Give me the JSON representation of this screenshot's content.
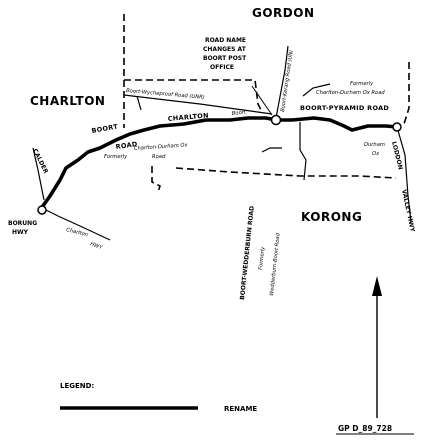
{
  "map": {
    "regions": {
      "gordon": "GORDON",
      "charlton": "CHARLTON",
      "korong": "KORONG"
    },
    "notes": {
      "name_change_line1": "ROAD NAME",
      "name_change_line2": "CHANGES AT",
      "name_change_line3": "BOORT POST",
      "name_change_line4": "OFFICE"
    },
    "roads": {
      "boort_wycheproof": "Boort-Wycheproof Road (UNR)",
      "boort_kerang": "Boort-Kerang Road (UN)",
      "formerly_1": "Formerly",
      "charlton_durham_ox_road": "Charlton-Durham Ox Road",
      "boort_pyramid": "BOORT-PYRAMID ROAD",
      "boort": "BOORT",
      "boort_2": "Boort",
      "road": "ROAD",
      "charlton_road": "CHARLTON",
      "formerly_2": "Formerly",
      "charlton_durham_ox_2a": "Charlton-Durham Ox",
      "charlton_durham_ox_2b": "Road",
      "durham_ox_1": "Durham",
      "durham_ox_2": "Ox",
      "loddon_valley": "LODDON",
      "valley_hwy": "VALLEY HWY",
      "calder": "CALDER",
      "borung": "BORUNG",
      "hwy": "HWY",
      "charlton_hwy_1": "Charlton",
      "charlton_hwy_2": "HWY",
      "boort_wedderburn": "BOORT-WEDDERBURN ROAD",
      "formerly_3": "Formerly",
      "wedderburn_boort": "Wedderburn-Boort Road"
    },
    "legend": {
      "title": "LEGEND:",
      "rename": "RENAME"
    },
    "reference": "GP D_89_728",
    "colors": {
      "ink": "#000000",
      "background": "#ffffff"
    }
  }
}
